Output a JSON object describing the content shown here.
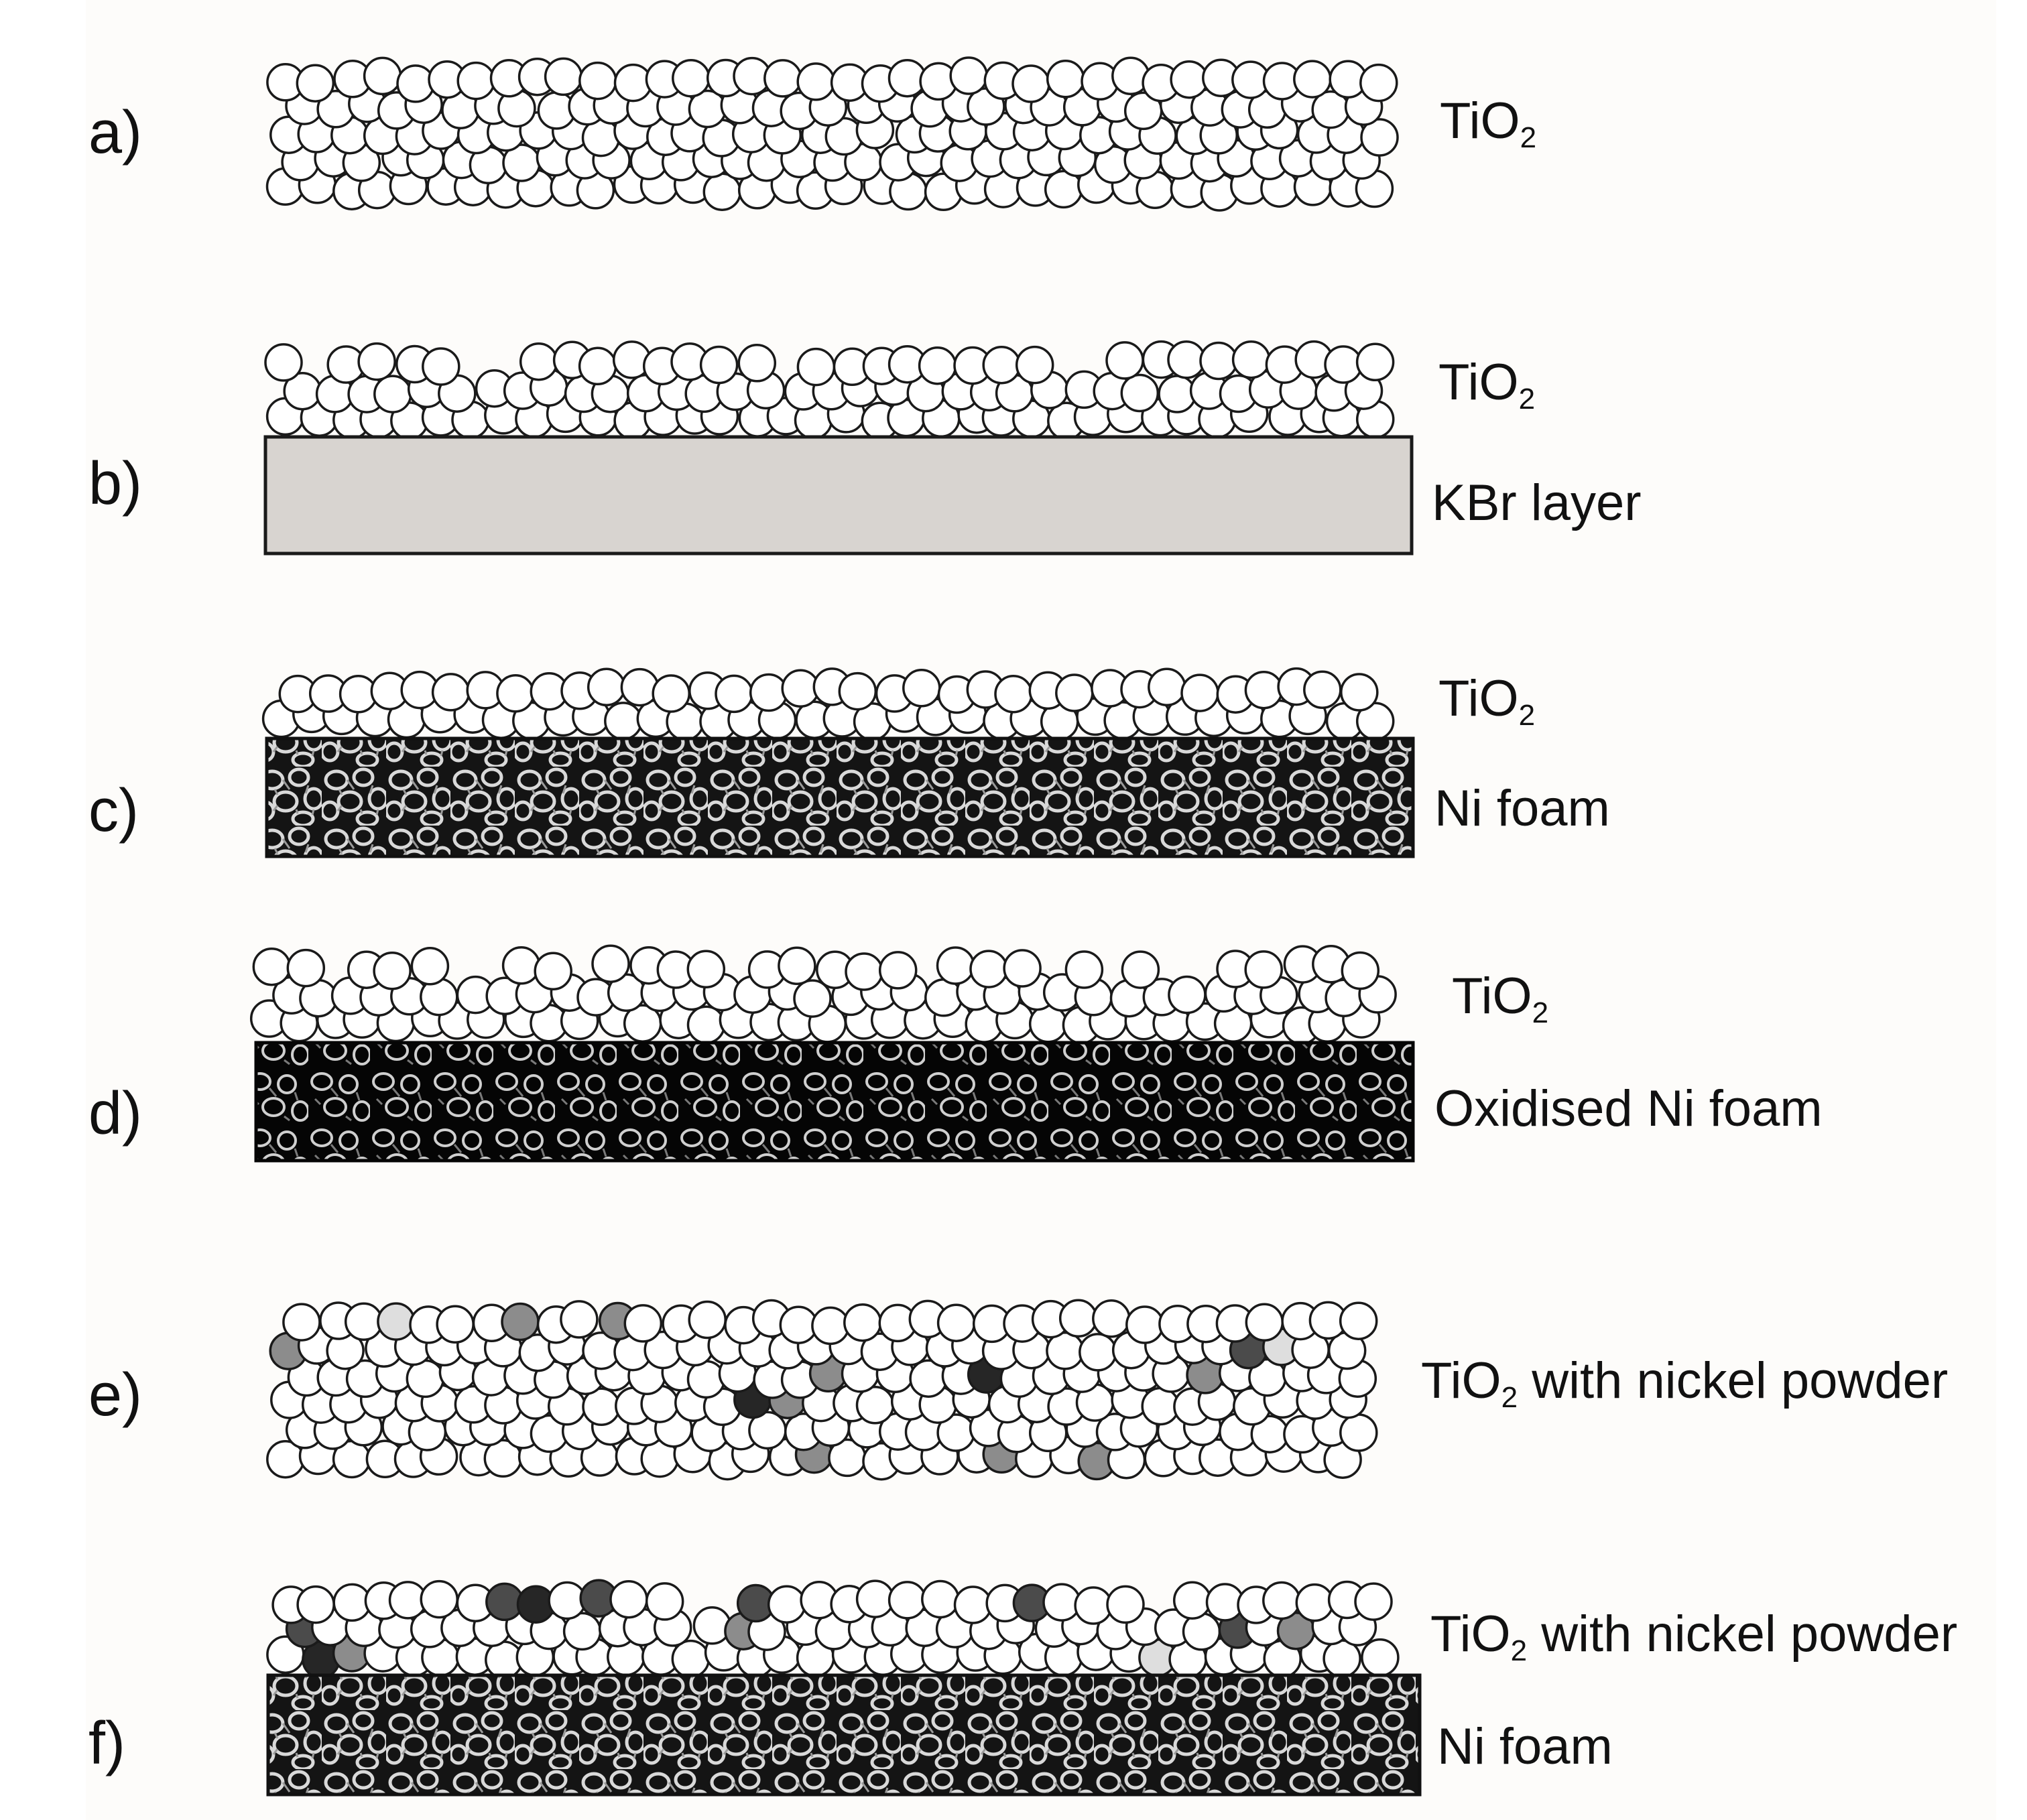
{
  "colors": {
    "page_bg": "#ffffff",
    "panel_bg": "#fdfcfa",
    "particle_fill": "#ffffff",
    "particle_stroke": "#1a1a1a",
    "kbr_fill": "#d8d4d0",
    "foam_dark": "#141414",
    "foam_oxidised": "#050505",
    "foam_web": "#d9d9d9",
    "nickel_dark": "#4b4b4b",
    "nickel_darker": "#262626",
    "nickel_grey": "#8c8c8c",
    "nickel_light": "#dedede"
  },
  "panels": [
    {
      "id": "a",
      "label": "a)",
      "layer_main": "TiO",
      "layer_sub": "2",
      "layer_rest": "",
      "support": null,
      "support_label": ""
    },
    {
      "id": "b",
      "label": "b)",
      "layer_main": "TiO",
      "layer_sub": "2",
      "layer_rest": "",
      "support": "kbr",
      "support_label": "KBr layer"
    },
    {
      "id": "c",
      "label": "c)",
      "layer_main": "TiO",
      "layer_sub": "2",
      "layer_rest": "",
      "support": "ni-foam",
      "support_label": "Ni foam"
    },
    {
      "id": "d",
      "label": "d)",
      "layer_main": "TiO",
      "layer_sub": "2",
      "layer_rest": "",
      "support": "oxidised-ni-foam",
      "support_label": "Oxidised Ni foam"
    },
    {
      "id": "e",
      "label": "e)",
      "layer_main": "TiO",
      "layer_sub": "2",
      "layer_rest": " with nickel powder",
      "support": null,
      "support_label": ""
    },
    {
      "id": "f",
      "label": "f)",
      "layer_main": "TiO",
      "layer_sub": "2",
      "layer_rest": " with nickel powder",
      "support": "ni-foam",
      "support_label": "Ni foam"
    }
  ]
}
